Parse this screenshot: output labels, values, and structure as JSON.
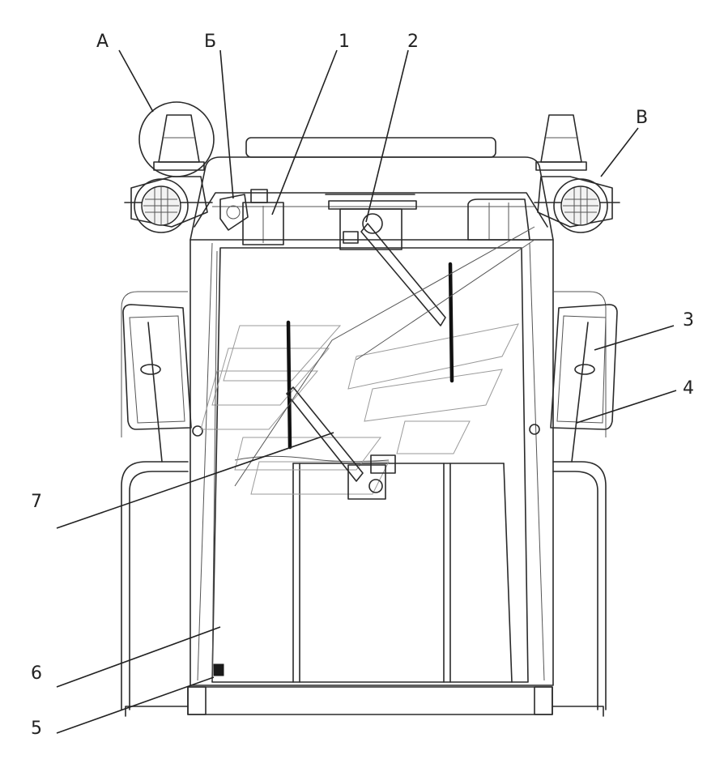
{
  "callouts": [
    {
      "id": "A",
      "label": "A"
    },
    {
      "id": "B-cyr",
      "label": "Б"
    },
    {
      "id": "n1",
      "label": "1"
    },
    {
      "id": "n2",
      "label": "2"
    },
    {
      "id": "V-cyr",
      "label": "В"
    },
    {
      "id": "n3",
      "label": "3"
    },
    {
      "id": "n4",
      "label": "4"
    },
    {
      "id": "n7",
      "label": "7"
    },
    {
      "id": "n6",
      "label": "6"
    },
    {
      "id": "n5",
      "label": "5"
    }
  ]
}
